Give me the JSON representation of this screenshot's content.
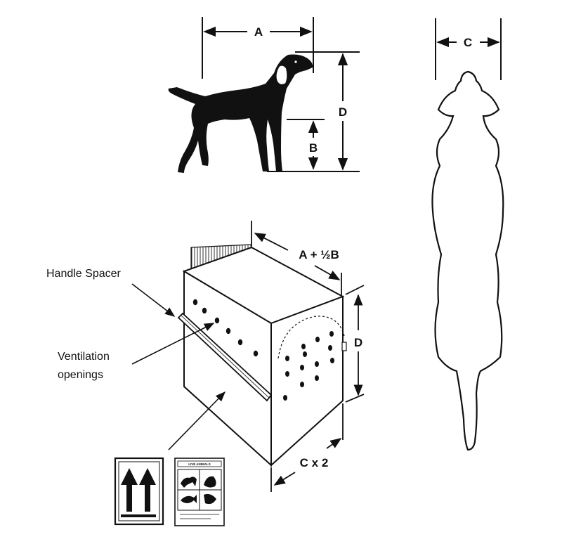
{
  "labels": {
    "dim_a": "A",
    "dim_b": "B",
    "dim_c": "C",
    "dim_d": "D",
    "crate_length": "A + ½B",
    "crate_height": "D",
    "crate_width": "C x 2",
    "handle_spacer": "Handle Spacer",
    "ventilation_line1": "Ventilation",
    "ventilation_line2": "openings",
    "live_animals": "LIVE ANIMALS"
  },
  "icons": [
    "dog-side-silhouette",
    "dog-top-outline",
    "crate-illustration",
    "this-way-up-arrows-icon",
    "live-animals-label-icon"
  ]
}
